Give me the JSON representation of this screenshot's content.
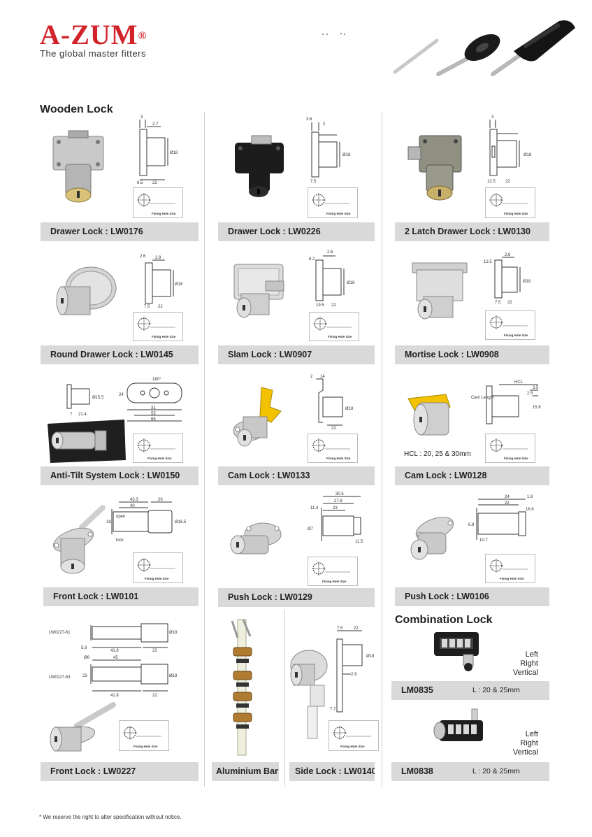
{
  "brand": {
    "logo": "A-ZUM",
    "registered": "®",
    "tagline": "The global master fitters"
  },
  "sections": {
    "wooden": "Wooden Lock",
    "combination": "Combination Lock"
  },
  "fixing_hole_size": "Fixing Hole Size",
  "products": [
    {
      "label": "Drawer Lock : LW0176"
    },
    {
      "label": "Drawer Lock : LW0226"
    },
    {
      "label": "2 Latch Drawer Lock : LW0130"
    },
    {
      "label": "Round Drawer Lock : LW0145"
    },
    {
      "label": "Slam Lock : LW0907"
    },
    {
      "label": "Mortise Lock : LW0908"
    },
    {
      "label": "Anti-Tilt System Lock : LW0150"
    },
    {
      "label": "Cam Lock : LW0133"
    },
    {
      "label": "Cam Lock : LW0128"
    },
    {
      "label": "Front Lock : LW0101"
    },
    {
      "label": "Push Lock : LW0129"
    },
    {
      "label": "Push Lock : LW0106"
    },
    {
      "label": "Front Lock : LW0227"
    },
    {
      "label": "Aluminium Bar"
    },
    {
      "label": "Side Lock : LW0140"
    }
  ],
  "notes": {
    "hcl": "HCL : 20, 25 & 30mm",
    "lw0227_61": "LW0227-61",
    "lw0227_63": "LW0227-63",
    "cam_length": "Cam Length",
    "open": "open",
    "lock": "lock"
  },
  "combination": [
    {
      "code": "LM0835",
      "length": "L : 20 & 25mm",
      "options": [
        "Left",
        "Right",
        "Vertical"
      ]
    },
    {
      "code": "LM0838",
      "length": "L : 20 & 25mm",
      "options": [
        "Left",
        "Right",
        "Vertical"
      ]
    }
  ],
  "footnote": "* We reserve the right to alter specification without notice.",
  "colors": {
    "brand_red": "#d2232a",
    "label_bg": "#d9d9d9",
    "divider": "#cfcfcf",
    "cam_yellow": "#f2c200"
  }
}
